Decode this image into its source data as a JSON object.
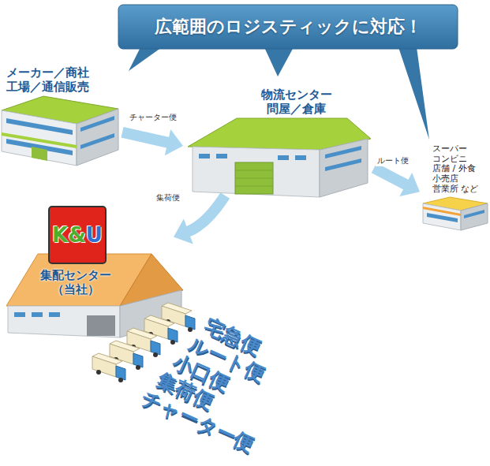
{
  "diagram": {
    "title": "広範囲のロジスティックに対応！",
    "nodes": [
      {
        "text": [
          "メーカー／商社 工場／通信販売"
        ]
      },
      {
        "text": [
          "物流センター 問屋／倉庫"
        ]
      },
      {
        "text": [
          "スーパー コンビニ 店舗 / 外食 小売店 営業所 など"
        ]
      },
      {
        "text": [
          "集配センター （当社）"
        ]
      }
    ],
    "edges": [
      {
        "from": 0,
        "to": 1,
        "label": "チャーター便",
        "arrow": "to"
      },
      {
        "from": 1,
        "to": 2,
        "label": "ルート便",
        "arrow": "to"
      },
      {
        "from": 1,
        "to": 3,
        "label": "集荷便",
        "arrow": "to"
      }
    ],
    "labels": [
      "K&U",
      "宅急便",
      "ルート便",
      "小口便",
      "集荷便",
      "チャーター便"
    ]
  }
}
